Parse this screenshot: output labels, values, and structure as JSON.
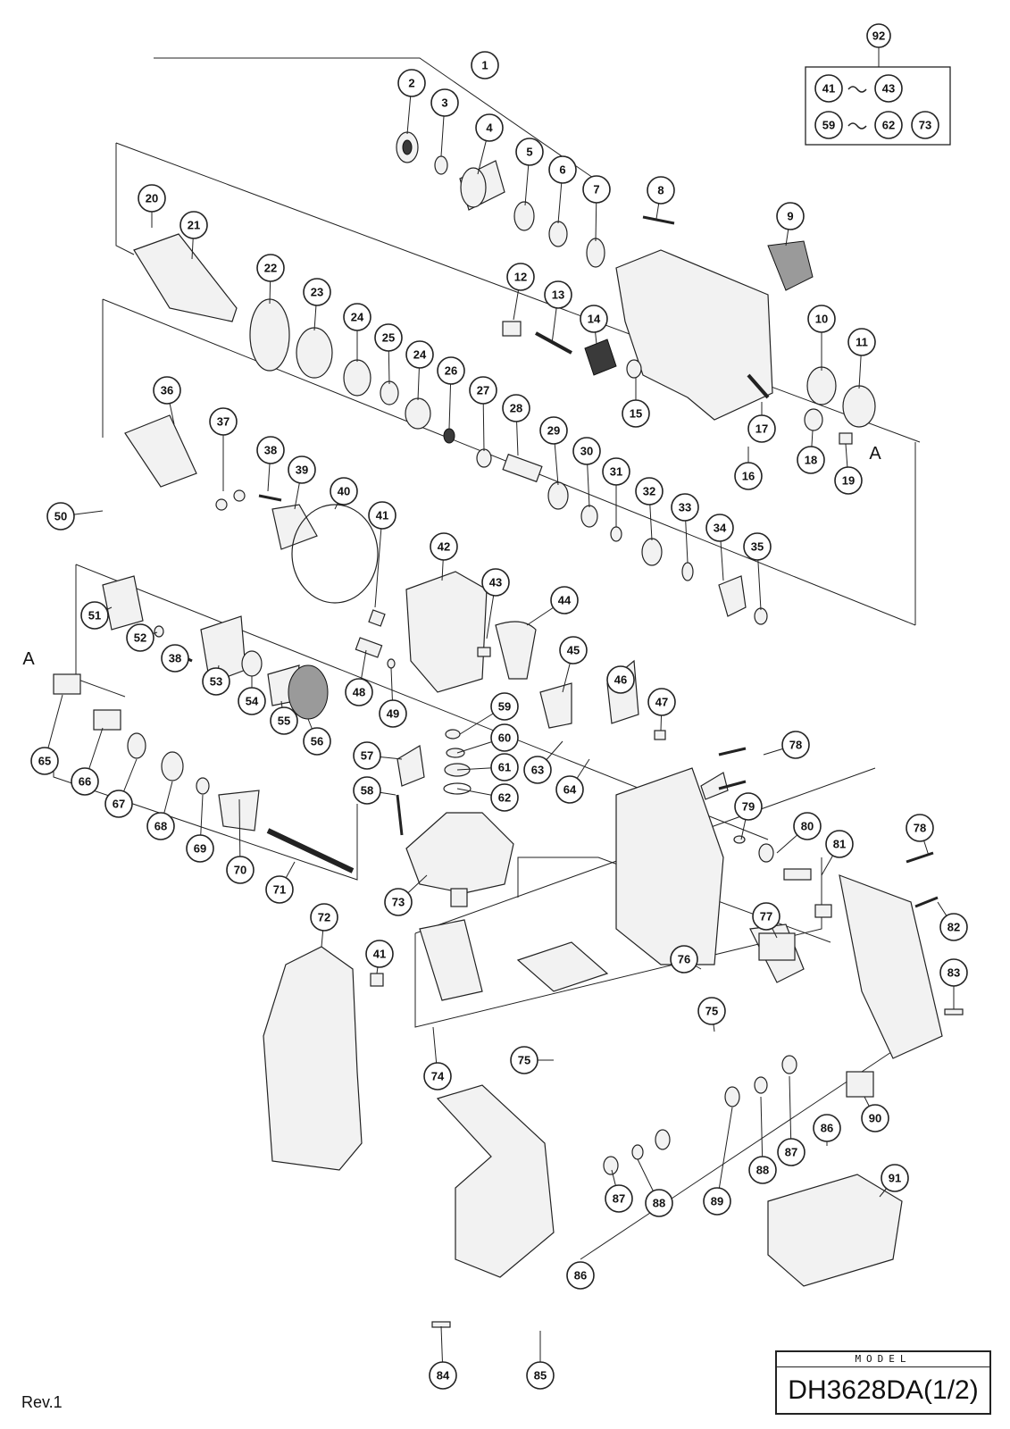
{
  "model_box": {
    "label": "MODEL",
    "model": "DH3628DA(1/2)"
  },
  "revision": "Rev.1",
  "reference_letter": "A",
  "kit": {
    "number": "92",
    "row1": [
      "41",
      "43"
    ],
    "row2": [
      "59",
      "62",
      "73"
    ]
  },
  "callouts": [
    "1",
    "2",
    "3",
    "4",
    "5",
    "6",
    "7",
    "8",
    "9",
    "10",
    "11",
    "12",
    "13",
    "14",
    "15",
    "16",
    "17",
    "18",
    "19",
    "20",
    "21",
    "22",
    "23",
    "24",
    "24",
    "25",
    "26",
    "27",
    "28",
    "29",
    "30",
    "31",
    "32",
    "33",
    "34",
    "35",
    "36",
    "37",
    "38",
    "39",
    "40",
    "41",
    "42",
    "43",
    "44",
    "45",
    "46",
    "47",
    "48",
    "49",
    "50",
    "51",
    "52",
    "38",
    "53",
    "54",
    "55",
    "56",
    "57",
    "58",
    "59",
    "60",
    "61",
    "62",
    "63",
    "64",
    "65",
    "66",
    "67",
    "68",
    "69",
    "70",
    "71",
    "72",
    "41",
    "73",
    "74",
    "75",
    "75",
    "76",
    "77",
    "78",
    "78",
    "79",
    "80",
    "81",
    "82",
    "83",
    "84",
    "85",
    "86",
    "86",
    "87",
    "87",
    "88",
    "88",
    "89",
    "90",
    "91"
  ]
}
